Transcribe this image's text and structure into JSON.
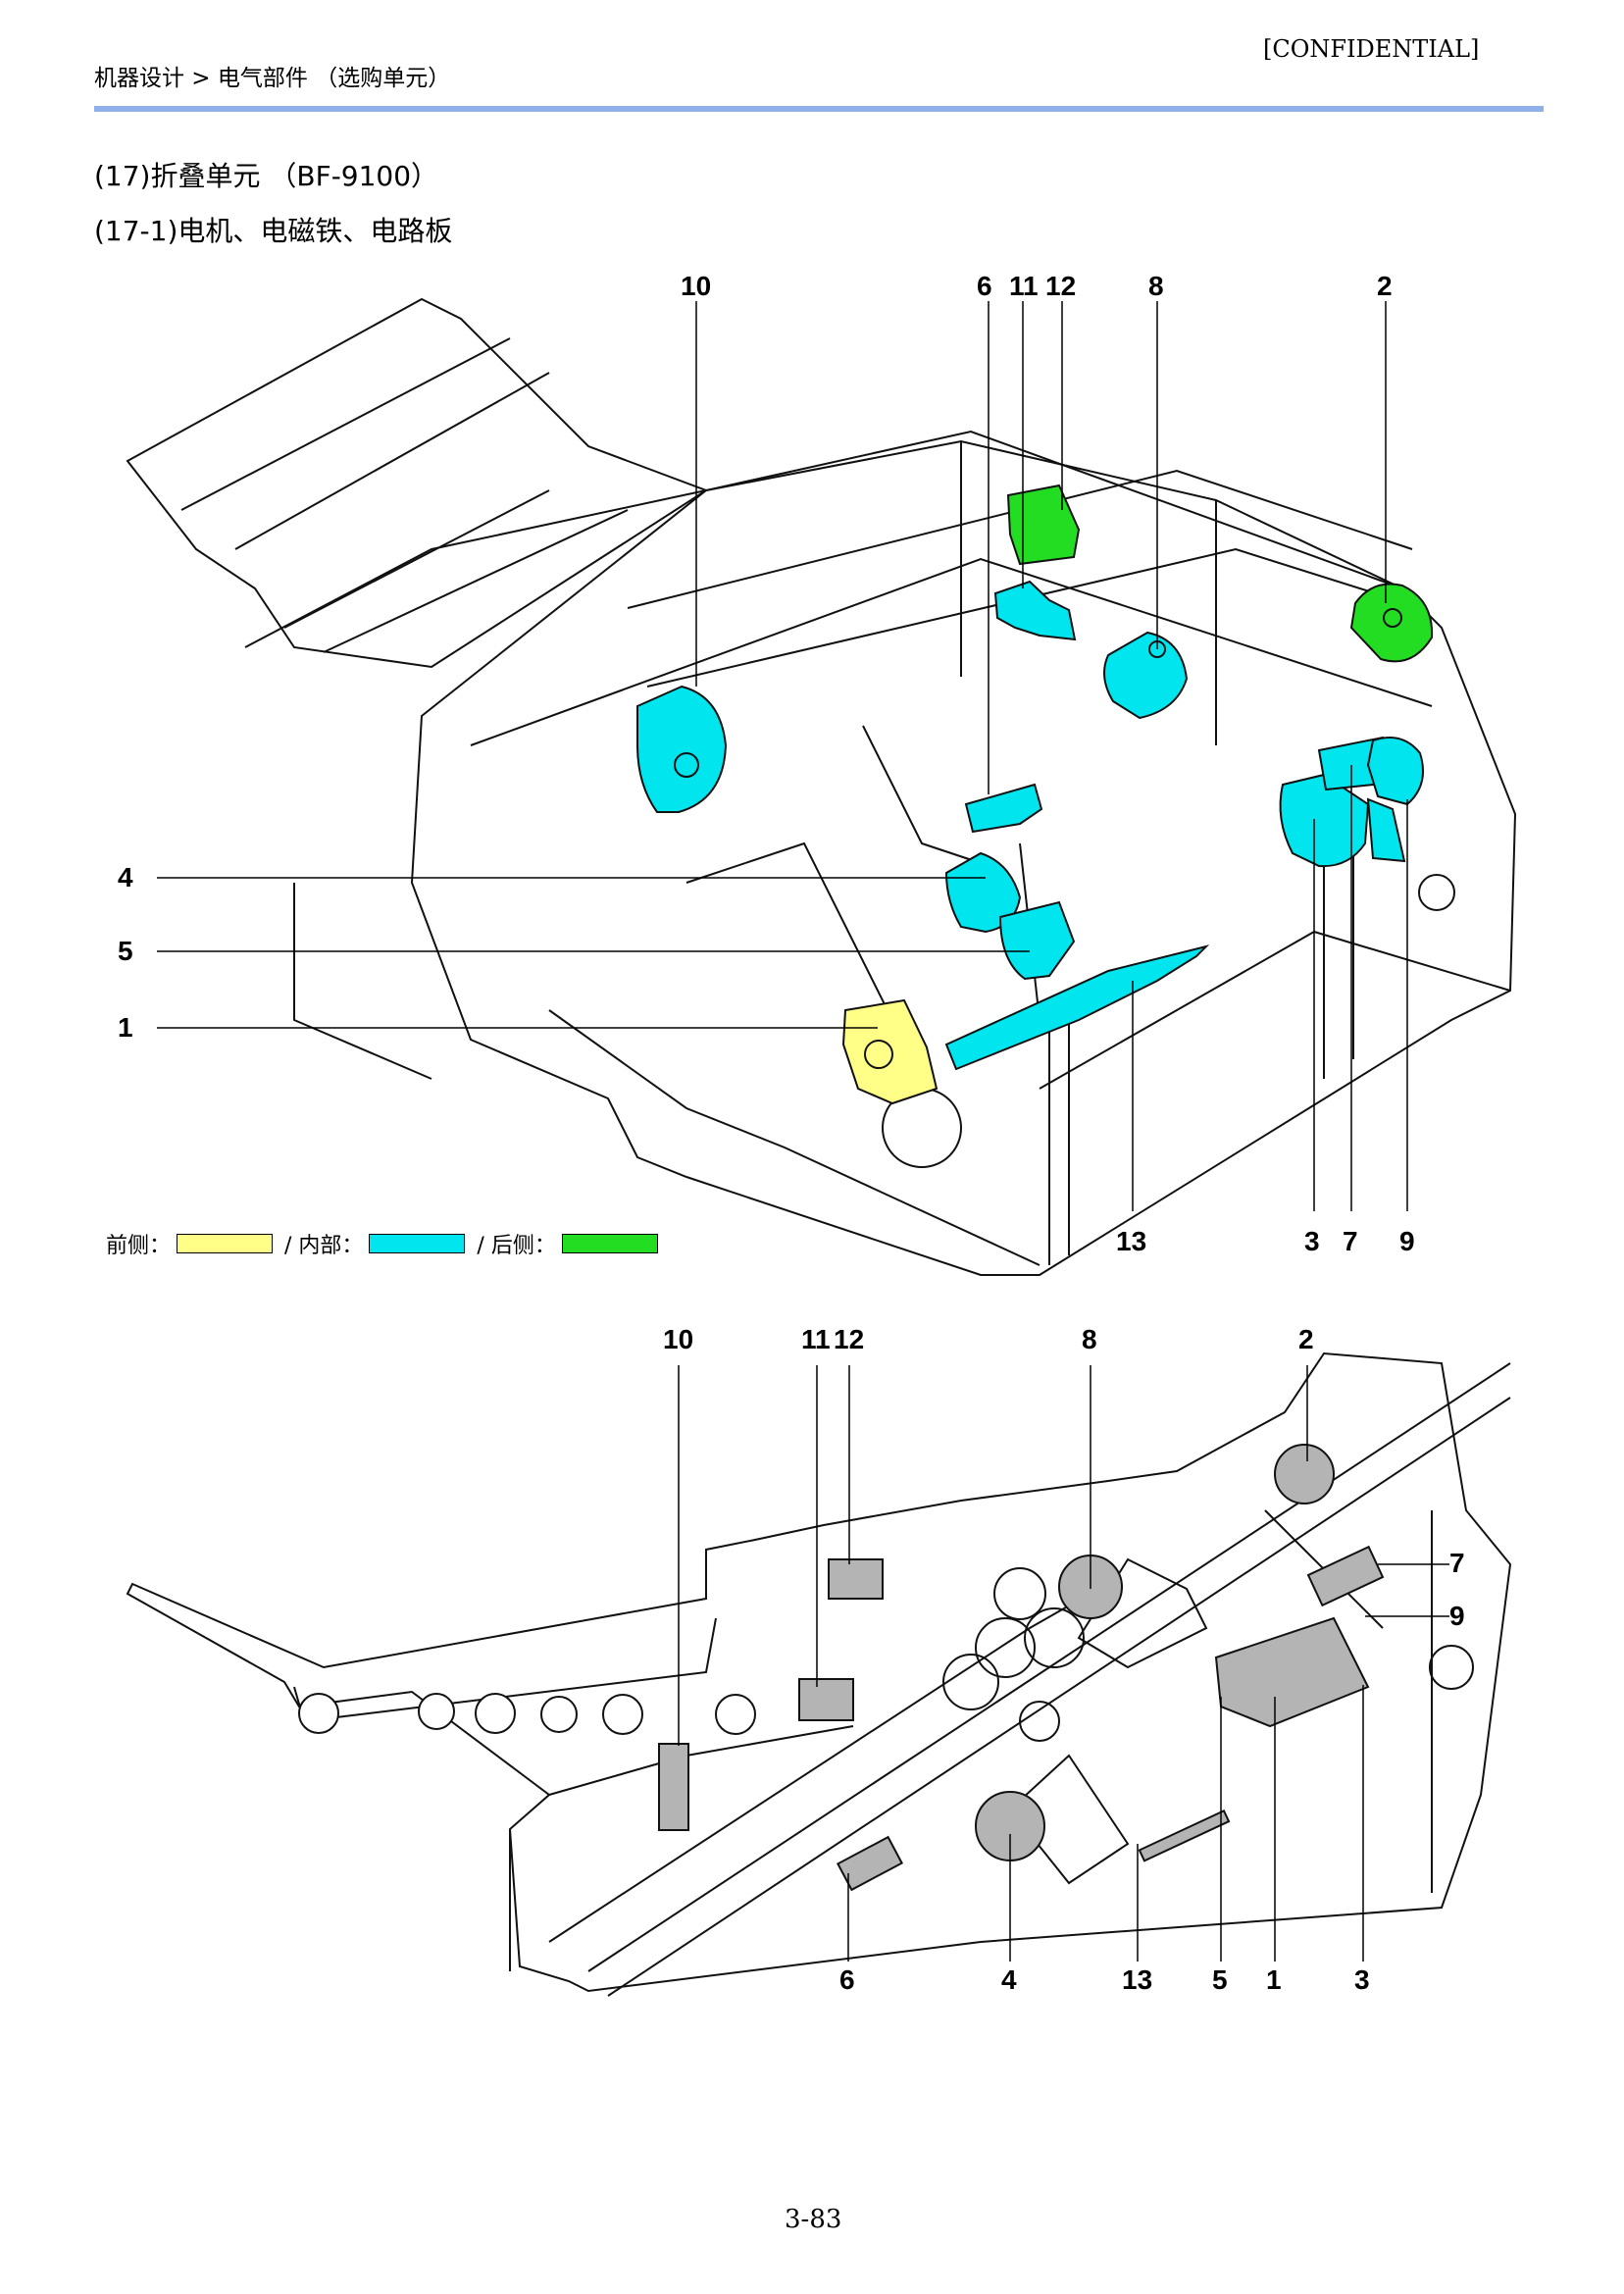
{
  "header": {
    "breadcrumb": "机器设计 > 电气部件 （选购单元）",
    "confidential": "[CONFIDENTIAL]"
  },
  "section": {
    "title": "(17)折叠单元 （BF-9100）",
    "subtitle": "(17-1)电机、电磁铁、电路板"
  },
  "colors": {
    "front": "#ffff88",
    "inner": "#00e5ee",
    "rear": "#22dd22",
    "part_gray": "#b4b4b4"
  },
  "legend": {
    "front_label": "前侧：",
    "inner_label": "/ 内部：",
    "rear_label": "/ 后侧："
  },
  "diagram_top": {
    "labels": {
      "l10": "10",
      "l6": "6",
      "l11": "11",
      "l12": "12",
      "l8": "8",
      "l2": "2",
      "l4": "4",
      "l5": "5",
      "l1": "1",
      "l13": "13",
      "l3": "3",
      "l7": "7",
      "l9": "9"
    }
  },
  "diagram_bottom": {
    "labels": {
      "l10": "10",
      "l11": "11",
      "l12": "12",
      "l8": "8",
      "l2": "2",
      "l7": "7",
      "l9": "9",
      "l6": "6",
      "l4": "4",
      "l13": "13",
      "l5": "5",
      "l1": "1",
      "l3": "3"
    }
  },
  "footer": {
    "page_number": "3-83"
  }
}
